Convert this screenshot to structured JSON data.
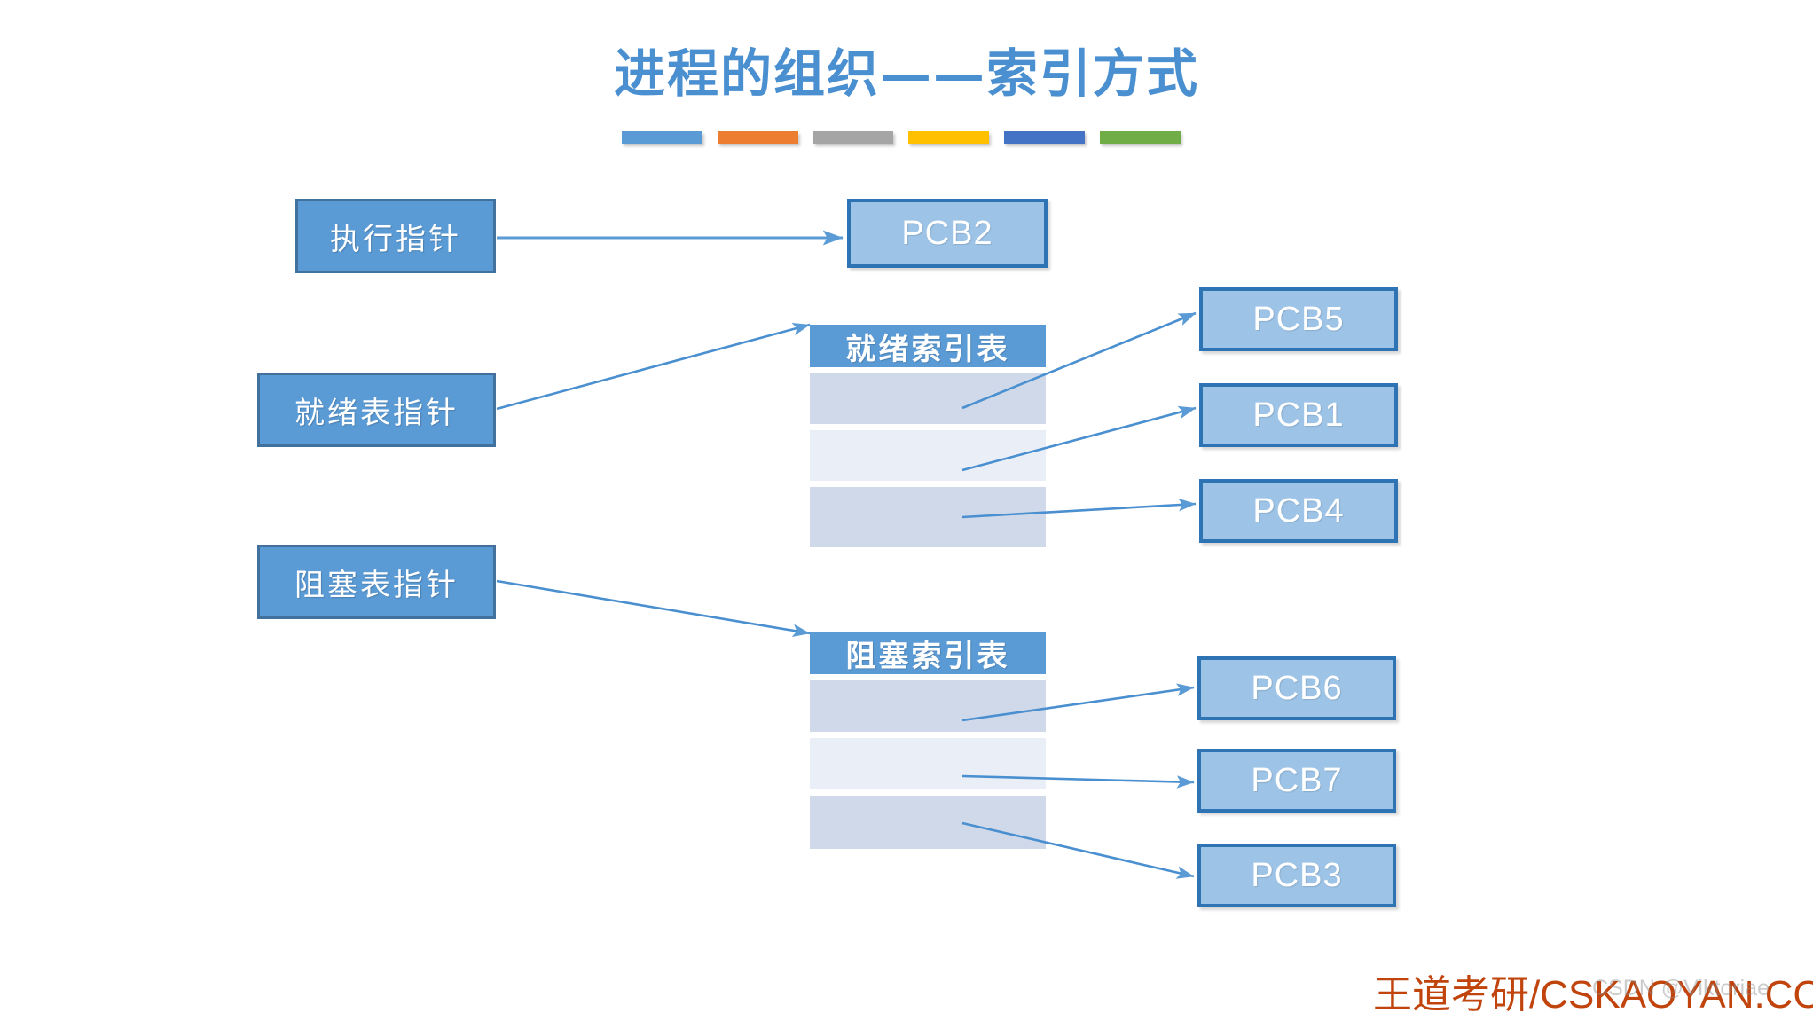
{
  "slide": {
    "title": "进程的组织——索引方式",
    "accent_bars": [
      {
        "name": "bar-blue",
        "color": "#5B9BD5"
      },
      {
        "name": "bar-orange",
        "color": "#ED7D31"
      },
      {
        "name": "bar-gray",
        "color": "#A5A5A5"
      },
      {
        "name": "bar-yellow",
        "color": "#FFC000"
      },
      {
        "name": "bar-navy",
        "color": "#4472C4"
      },
      {
        "name": "bar-green",
        "color": "#70AD47"
      }
    ]
  },
  "pointers": [
    {
      "id": "exec",
      "label": "执行指针"
    },
    {
      "id": "ready",
      "label": "就绪表指针"
    },
    {
      "id": "blocked",
      "label": "阻塞表指针"
    }
  ],
  "tables": [
    {
      "id": "ready-index-table",
      "header": "就绪索引表",
      "row_count": 3
    },
    {
      "id": "blocked-index-table",
      "header": "阻塞索引表",
      "row_count": 3
    }
  ],
  "pcb_boxes": [
    {
      "id": "pcb2",
      "label": "PCB2"
    },
    {
      "id": "pcb5",
      "label": "PCB5"
    },
    {
      "id": "pcb1",
      "label": "PCB1"
    },
    {
      "id": "pcb4",
      "label": "PCB4"
    },
    {
      "id": "pcb6",
      "label": "PCB6"
    },
    {
      "id": "pcb7",
      "label": "PCB7"
    },
    {
      "id": "pcb3",
      "label": "PCB3"
    }
  ],
  "connections": [
    {
      "from": "执行指针",
      "to": "PCB2"
    },
    {
      "from": "就绪表指针",
      "to": "就绪索引表"
    },
    {
      "from": "阻塞表指针",
      "to": "阻塞索引表"
    },
    {
      "from": "就绪索引表 entry 1",
      "to": "PCB5"
    },
    {
      "from": "就绪索引表 entry 2",
      "to": "PCB1"
    },
    {
      "from": "就绪索引表 entry 3",
      "to": "PCB4"
    },
    {
      "from": "阻塞索引表 entry 1",
      "to": "PCB6"
    },
    {
      "from": "阻塞索引表 entry 2",
      "to": "PCB7"
    },
    {
      "from": "阻塞索引表 entry 3",
      "to": "PCB3"
    }
  ],
  "watermark": {
    "brand": "王道考研/CSKAOYAN.COM",
    "csdn": "CSDN @Viktoriae"
  },
  "colors": {
    "title": "#4A8FD0",
    "pointer_fill": "#5B9BD5",
    "pointer_border": "#41719C",
    "pcb_fill": "#9DC3E6",
    "pcb_border": "#2E74B5",
    "table_header": "#5B9BD5",
    "table_row_dark": "#CFD9E9",
    "table_row_light": "#EAEFF7",
    "arrow": "#5B9BD5",
    "watermark": "#C0440C"
  }
}
